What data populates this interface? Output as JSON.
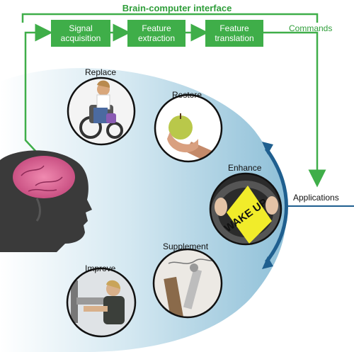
{
  "diagram": {
    "title": "Brain-computer interface",
    "steps": [
      "Signal acquisition",
      "Feature extraction",
      "Feature translation"
    ],
    "commands_label": "Commands",
    "applications_label": "Applications",
    "circles": [
      "Replace",
      "Restore",
      "Enhance",
      "Supplement",
      "Improve"
    ],
    "poster_text": "WAKE UP",
    "colors": {
      "green": "#3fae49",
      "blue": "#1f5f8f",
      "fade": "#a9cfe0"
    }
  }
}
